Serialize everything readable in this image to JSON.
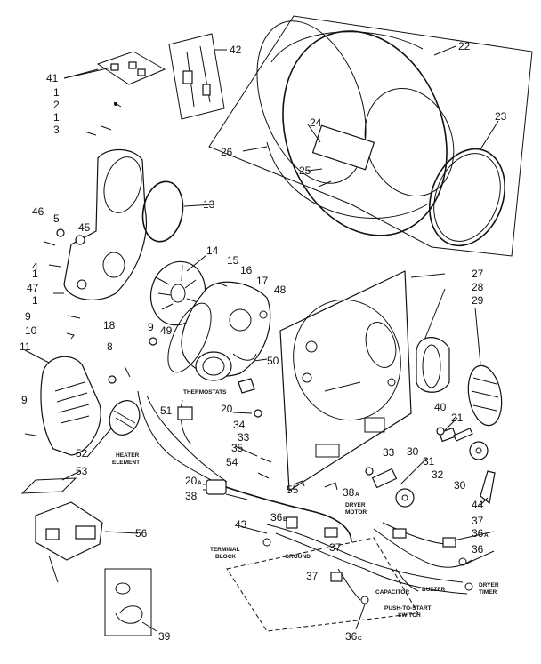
{
  "part_numbers": [
    "1",
    "2",
    "3",
    "4",
    "5",
    "8",
    "9",
    "10",
    "11",
    "13",
    "14",
    "15",
    "16",
    "17",
    "18",
    "20",
    "20A",
    "21",
    "22",
    "23",
    "24",
    "25",
    "26",
    "27",
    "28",
    "29",
    "30",
    "31",
    "32",
    "33",
    "34",
    "35",
    "36",
    "36A",
    "36B",
    "36C",
    "37",
    "38",
    "38A",
    "39",
    "40",
    "41",
    "42",
    "43",
    "44",
    "45",
    "46",
    "47",
    "48",
    "49",
    "50",
    "51",
    "52",
    "53",
    "54",
    "55",
    "56"
  ],
  "callouts": {
    "c41": "41",
    "c1a": "1",
    "c2": "2",
    "c1b": "1",
    "c3": "3",
    "c42": "42",
    "c22": "22",
    "c23": "23",
    "c24": "24",
    "c25": "25",
    "c26": "26",
    "c13": "13",
    "c46": "46",
    "c5": "5",
    "c45": "45",
    "c4": "4",
    "c47": "47",
    "c1c": "1",
    "c1d": "1",
    "c14": "14",
    "c15": "15",
    "c16": "16",
    "c17": "17",
    "c48": "48",
    "c27": "27",
    "c28": "28",
    "c29": "29",
    "c9a": "9",
    "c10": "10",
    "c18": "18",
    "c9b": "9",
    "c49": "49",
    "c11": "11",
    "c8": "8",
    "c50": "50",
    "c9c": "9",
    "c51": "51",
    "c20": "20",
    "c34": "34",
    "c33a": "33",
    "c40": "40",
    "c21": "21",
    "c35": "35",
    "c52": "52",
    "c53": "53",
    "c54": "54",
    "c33b": "33",
    "c30a": "30",
    "c31": "31",
    "c32": "32",
    "c30b": "30",
    "c20a": "20",
    "c38": "38",
    "c55": "55",
    "c38a": "38",
    "c44": "44",
    "c56": "56",
    "c43": "43",
    "c36b": "36",
    "c37a": "37",
    "c36a": "36",
    "c37b": "37",
    "c36": "36",
    "c37c": "37",
    "c39": "39",
    "c36c": "36"
  },
  "suffixes": {
    "s20a": "A",
    "s38a": "A",
    "s36b": "B",
    "s36a": "A",
    "s36c": "C"
  },
  "captions": {
    "thermostats": "THERMOSTATS",
    "heater_element_1": "HEATER",
    "heater_element_2": "ELEMENT",
    "dryer_motor_1": "DRYER",
    "dryer_motor_2": "MOTOR",
    "terminal_block_1": "TERMINAL",
    "terminal_block_2": "BLOCK",
    "ground": "GROUND",
    "capacitor": "CAPACITOR",
    "buzzer": "BUZZER",
    "dryer_timer_1": "DRYER",
    "dryer_timer_2": "TIMER",
    "push_to_start_1": "PUSH-TO-START",
    "push_to_start_2": "SWITCH"
  }
}
